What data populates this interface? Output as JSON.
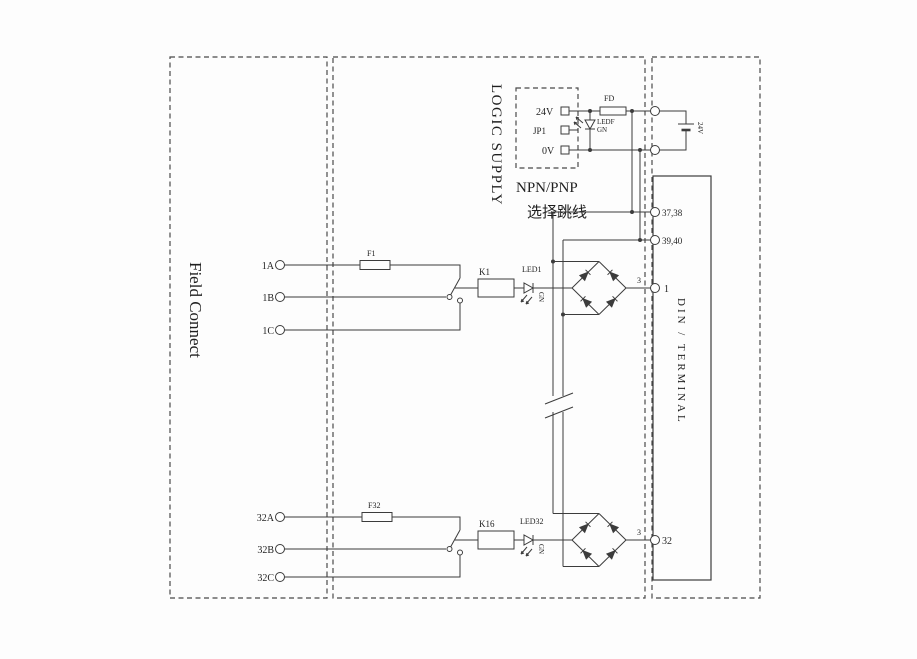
{
  "frame": {
    "field_connect": "Field Connect",
    "logic_supply": "LOGIC  SUPPLY",
    "din_terminal": "DIN / TERMINAL",
    "npn_pnp_title": "NPN/PNP",
    "npn_pnp_subtitle": "选择跳线"
  },
  "supply": {
    "v24": "24V",
    "jumper": "JP1",
    "v0": "0V",
    "led_label": "LEDF",
    "led_color": "GN",
    "fuse_label": "FD",
    "battery_label": "24V"
  },
  "terminals": {
    "supply_plus": "37,38",
    "supply_minus": "39,40",
    "ch1": "1",
    "ch32": "32",
    "wire_no_ch1": "3",
    "wire_no_ch32": "3"
  },
  "channel1": {
    "field_a": "1A",
    "field_b": "1B",
    "field_c": "1C",
    "fuse": "F1",
    "relay": "K1",
    "led": "LED1",
    "led_color": "GN"
  },
  "channel32": {
    "field_a": "32A",
    "field_b": "32B",
    "field_c": "32C",
    "fuse": "F32",
    "relay": "K16",
    "led": "LED32",
    "led_color": "GN"
  }
}
